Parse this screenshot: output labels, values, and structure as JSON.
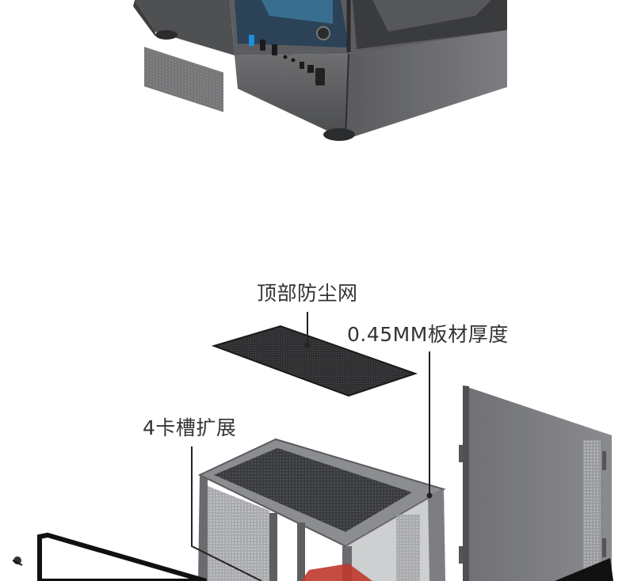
{
  "callouts": {
    "top_dust_filter": "顶部防尘网",
    "panel_thickness": "0.45MM板材厚度",
    "expansion_slots": "4卡槽扩展"
  }
}
